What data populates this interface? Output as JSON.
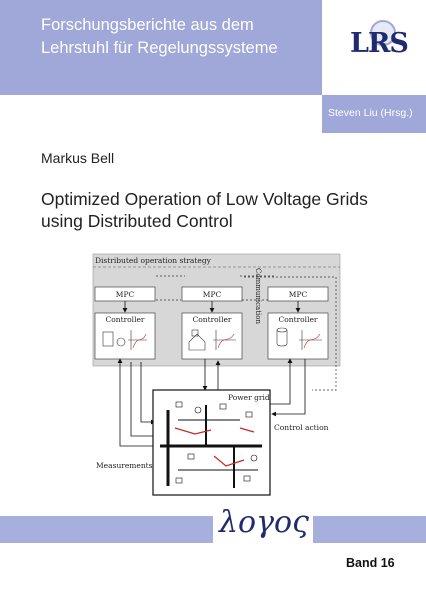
{
  "series": {
    "line1": "Forschungsberichte aus dem",
    "line2": "Lehrstuhl für Regelungssysteme"
  },
  "institute_logo": "LRS",
  "editor": "Steven Liu (Hrsg.)",
  "author": "Markus Bell",
  "title": {
    "line1": "Optimized Operation of Low Voltage Grids",
    "line2": "using Distributed Control"
  },
  "figure": {
    "strategy_label": "Distributed operation strategy",
    "communication_label": "Communication",
    "mpc_label": "MPC",
    "controller_label": "Controller",
    "power_grid_label": "Power grid",
    "control_action_label": "Control action",
    "measurements_label": "Measurements"
  },
  "publisher_logo": "λογος",
  "volume": "Band 16",
  "colors": {
    "banner": "#9fa8d8",
    "logo_blue": "#1f2b6e",
    "figure_bg": "#d7d7d7"
  }
}
